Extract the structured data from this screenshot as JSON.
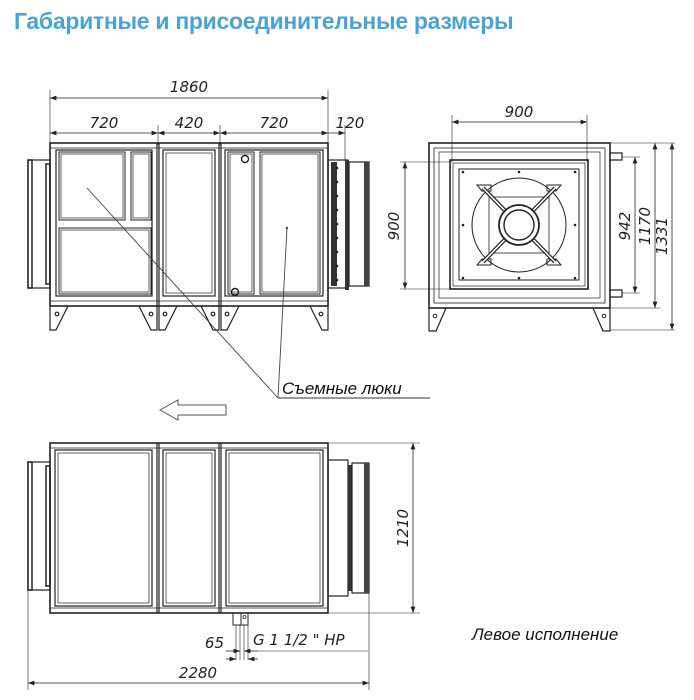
{
  "title": "Габаритные и присоединительные размеры",
  "colors": {
    "title": "#4aa3d8",
    "line": "#222222",
    "thin": "#555555"
  },
  "side_view": {
    "dims": {
      "overall": "1860",
      "sec1": "720",
      "sec2": "420",
      "sec3": "720",
      "flange": "120"
    }
  },
  "front_view": {
    "dims": {
      "width": "900",
      "height_inner": "900",
      "pipe_spacing": "942",
      "body_height": "1170",
      "total_height": "1331"
    }
  },
  "callout": {
    "label": "Съемные люки"
  },
  "direction_arrow": {
    "icon": "arrow-left-outline-icon"
  },
  "top_view": {
    "dims": {
      "width": "1210",
      "pipe_offset": "65",
      "overall_length": "2280",
      "connection": "G 1 1/2 \" HP"
    }
  },
  "variant_label": "Левое исполнение"
}
